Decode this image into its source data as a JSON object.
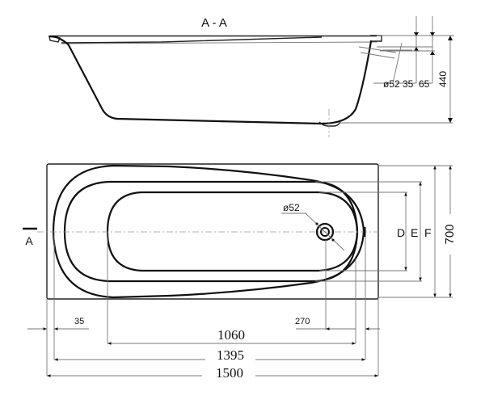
{
  "section_view": {
    "title": "A - A",
    "dimensions": {
      "overflow_diameter": "ø52",
      "overflow_offset_1": "35",
      "overflow_offset_2": "65",
      "depth": "440"
    }
  },
  "plan_view": {
    "section_marker": "A",
    "overflow_diameter": "ø52",
    "width_dimensions": {
      "d": "D",
      "e": "E",
      "f": "F",
      "total_width": "700"
    },
    "length_dimensions": {
      "rim_offset": "35",
      "drain_offset": "270",
      "inner_length": "1060",
      "interior_length": "1395",
      "total_length": "1500"
    }
  },
  "colors": {
    "line": "#111111",
    "dim_line": "#777777",
    "background": "#ffffff"
  }
}
